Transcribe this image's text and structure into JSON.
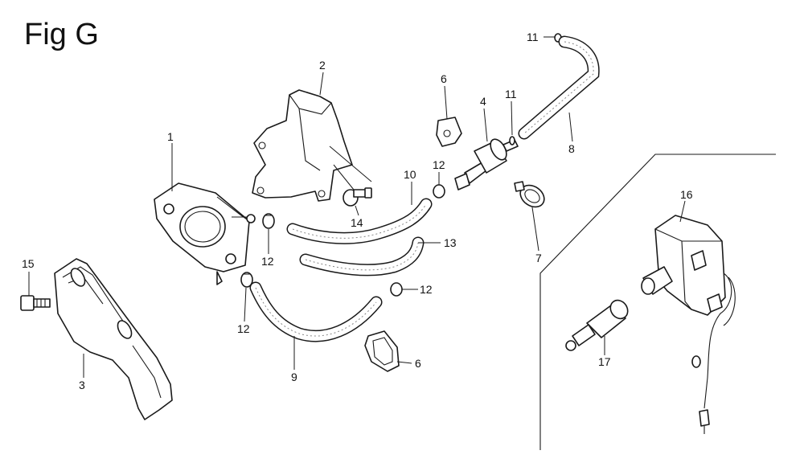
{
  "figure": {
    "title": "Fig G"
  },
  "callouts": {
    "c1": "1",
    "c2": "2",
    "c3": "3",
    "c4": "4",
    "c6a": "6",
    "c6b": "6",
    "c7": "7",
    "c8": "8",
    "c9": "9",
    "c10": "10",
    "c11a": "11",
    "c11b": "11",
    "c12a": "12",
    "c12b": "12",
    "c12c": "12",
    "c12d": "12",
    "c13": "13",
    "c14": "14",
    "c15": "15",
    "c16": "16",
    "c17": "17"
  }
}
